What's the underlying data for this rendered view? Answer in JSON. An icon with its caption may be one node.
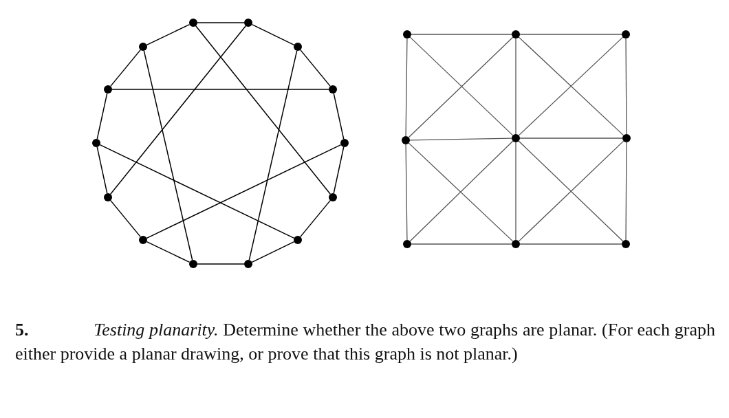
{
  "diagram": {
    "nodes": [
      {
        "text": [],
        "shape": "circle"
      },
      {
        "text": [],
        "shape": "circle"
      },
      {
        "text": [],
        "shape": "circle"
      },
      {
        "text": [],
        "shape": "circle"
      },
      {
        "text": [],
        "shape": "circle"
      },
      {
        "text": [],
        "shape": "circle"
      },
      {
        "text": [],
        "shape": "circle"
      },
      {
        "text": [],
        "shape": "circle"
      },
      {
        "text": [],
        "shape": "circle"
      },
      {
        "text": [],
        "shape": "circle"
      },
      {
        "text": [],
        "shape": "circle"
      },
      {
        "text": [],
        "shape": "circle"
      },
      {
        "text": [],
        "shape": "circle"
      },
      {
        "text": [],
        "shape": "circle"
      },
      {
        "text": [],
        "shape": "circle"
      },
      {
        "text": [],
        "shape": "circle"
      },
      {
        "text": [],
        "shape": "circle"
      },
      {
        "text": [],
        "shape": "circle"
      },
      {
        "text": [],
        "shape": "circle"
      },
      {
        "text": [],
        "shape": "circle"
      },
      {
        "text": [],
        "shape": "circle"
      },
      {
        "text": [],
        "shape": "circle"
      },
      {
        "text": [],
        "shape": "circle"
      }
    ],
    "edges": [
      {
        "from": 0,
        "to": 1,
        "arrow": "none"
      },
      {
        "from": 1,
        "to": 3,
        "arrow": "none"
      },
      {
        "from": 3,
        "to": 5,
        "arrow": "none"
      },
      {
        "from": 5,
        "to": 7,
        "arrow": "none"
      },
      {
        "from": 7,
        "to": 9,
        "arrow": "none"
      },
      {
        "from": 9,
        "to": 11,
        "arrow": "none"
      },
      {
        "from": 11,
        "to": 13,
        "arrow": "none"
      },
      {
        "from": 13,
        "to": 12,
        "arrow": "none"
      },
      {
        "from": 12,
        "to": 10,
        "arrow": "none"
      },
      {
        "from": 10,
        "to": 8,
        "arrow": "none"
      },
      {
        "from": 8,
        "to": 6,
        "arrow": "none"
      },
      {
        "from": 6,
        "to": 4,
        "arrow": "none"
      },
      {
        "from": 4,
        "to": 2,
        "arrow": "none"
      },
      {
        "from": 2,
        "to": 0,
        "arrow": "none"
      },
      {
        "from": 4,
        "to": 5,
        "arrow": "none"
      },
      {
        "from": 0,
        "to": 9,
        "arrow": "none"
      },
      {
        "from": 1,
        "to": 8,
        "arrow": "none"
      },
      {
        "from": 2,
        "to": 12,
        "arrow": "none"
      },
      {
        "from": 3,
        "to": 13,
        "arrow": "none"
      },
      {
        "from": 6,
        "to": 11,
        "arrow": "none"
      },
      {
        "from": 7,
        "to": 10,
        "arrow": "none"
      },
      {
        "from": 14,
        "to": 15,
        "arrow": "none",
        "color": "#555555"
      },
      {
        "from": 15,
        "to": 16,
        "arrow": "none",
        "color": "#555555"
      },
      {
        "from": 17,
        "to": 18,
        "arrow": "none",
        "color": "#555555"
      },
      {
        "from": 18,
        "to": 19,
        "arrow": "none",
        "color": "#555555"
      },
      {
        "from": 20,
        "to": 21,
        "arrow": "none",
        "color": "#555555"
      },
      {
        "from": 21,
        "to": 22,
        "arrow": "none",
        "color": "#555555"
      },
      {
        "from": 14,
        "to": 17,
        "arrow": "none",
        "color": "#555555"
      },
      {
        "from": 17,
        "to": 20,
        "arrow": "none",
        "color": "#555555"
      },
      {
        "from": 15,
        "to": 18,
        "arrow": "none",
        "color": "#555555"
      },
      {
        "from": 18,
        "to": 21,
        "arrow": "none",
        "color": "#555555"
      },
      {
        "from": 16,
        "to": 19,
        "arrow": "none",
        "color": "#555555"
      },
      {
        "from": 19,
        "to": 22,
        "arrow": "none",
        "color": "#555555"
      },
      {
        "from": 14,
        "to": 18,
        "arrow": "none",
        "color": "#555555"
      },
      {
        "from": 15,
        "to": 17,
        "arrow": "none",
        "color": "#555555"
      },
      {
        "from": 15,
        "to": 19,
        "arrow": "none",
        "color": "#555555"
      },
      {
        "from": 16,
        "to": 18,
        "arrow": "none",
        "color": "#555555"
      },
      {
        "from": 17,
        "to": 21,
        "arrow": "none",
        "color": "#555555"
      },
      {
        "from": 18,
        "to": 20,
        "arrow": "none",
        "color": "#555555"
      },
      {
        "from": 18,
        "to": 22,
        "arrow": "none",
        "color": "#555555"
      },
      {
        "from": 19,
        "to": 21,
        "arrow": "none",
        "color": "#555555"
      }
    ],
    "labels": [
      "**5.** *Testing planarity.* Determine whether the above two graphs are planar. (For each graph either provide a planar drawing, or prove that this graph is not planar.)"
    ]
  }
}
